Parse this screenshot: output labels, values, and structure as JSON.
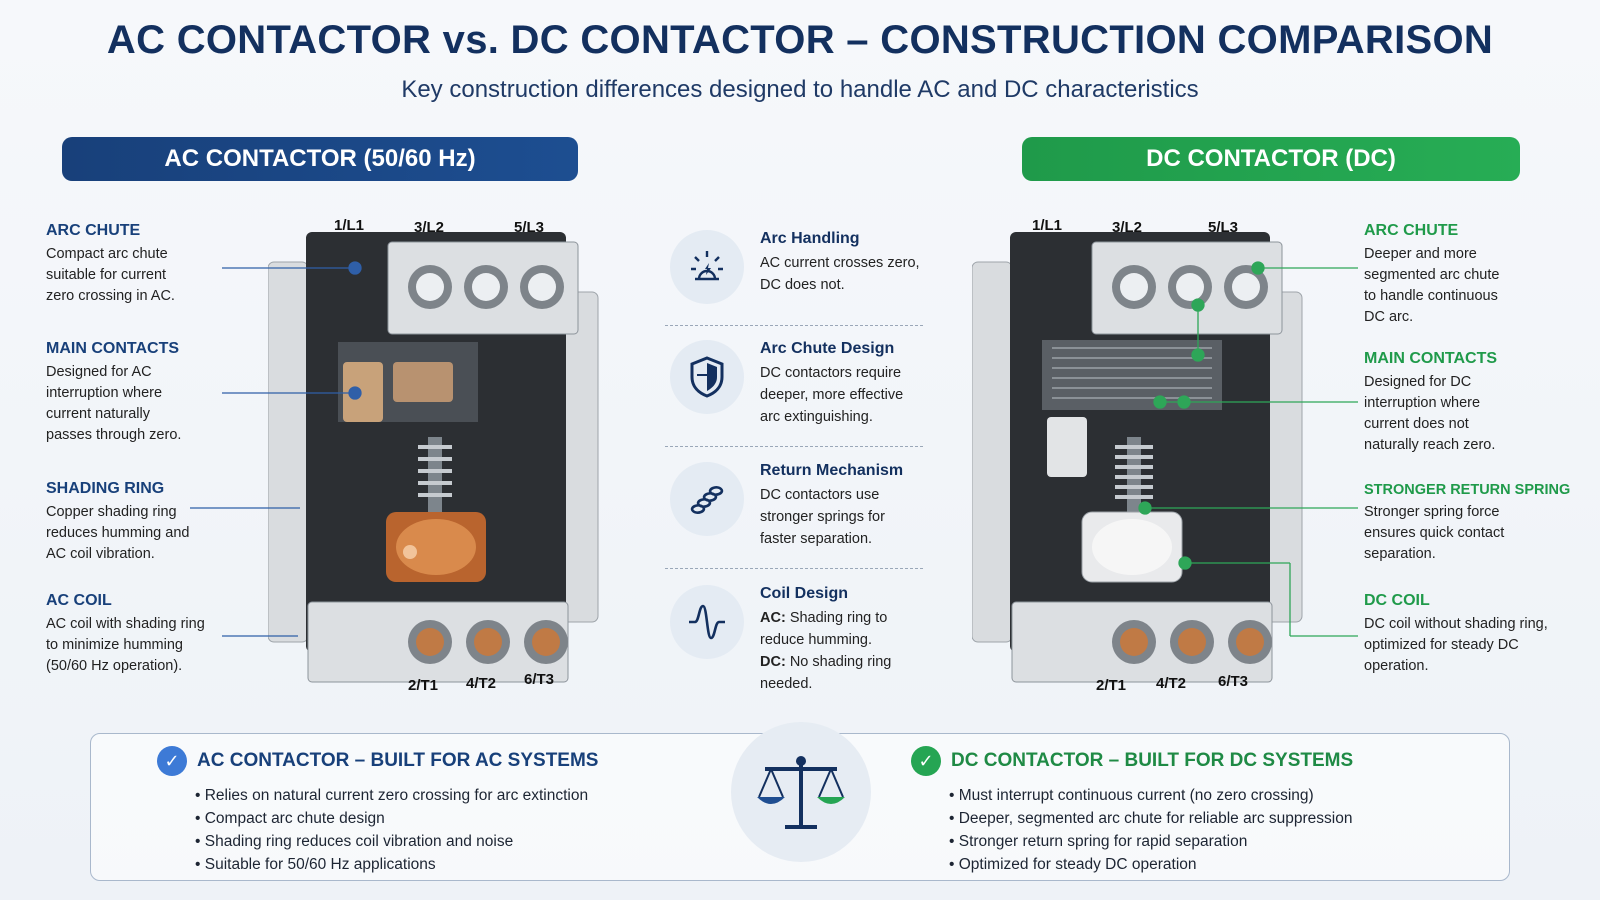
{
  "title": "AC CONTACTOR vs. DC CONTACTOR – CONSTRUCTION COMPARISON",
  "subtitle": "Key construction differences designed to handle AC and DC characteristics",
  "ac": {
    "header": "AC CONTACTOR (50/60 Hz)",
    "terminals_top": [
      "1/L1",
      "3/L2",
      "5/L3"
    ],
    "terminals_bottom": [
      "2/T1",
      "4/T2",
      "6/T3"
    ],
    "annotations": [
      {
        "title": "ARC CHUTE",
        "desc": "Compact arc chute suitable for current zero crossing in AC."
      },
      {
        "title": "MAIN CONTACTS",
        "desc": "Designed for AC interruption where current naturally passes through zero."
      },
      {
        "title": "SHADING RING",
        "desc": "Copper shading ring reduces humming and AC coil vibration."
      },
      {
        "title": "AC COIL",
        "desc": "AC coil with shading ring to minimize humming (50/60 Hz operation)."
      }
    ]
  },
  "dc": {
    "header": "DC CONTACTOR (DC)",
    "terminals_top": [
      "1/L1",
      "3/L2",
      "5/L3"
    ],
    "terminals_bottom": [
      "2/T1",
      "4/T2",
      "6/T3"
    ],
    "annotations": [
      {
        "title": "ARC CHUTE",
        "desc": "Deeper and more segmented arc chute to handle continuous DC arc."
      },
      {
        "title": "MAIN CONTACTS",
        "desc": "Designed for DC interruption where current does not naturally reach zero."
      },
      {
        "title": "STRONGER RETURN SPRING",
        "desc": "Stronger spring force ensures quick contact separation."
      },
      {
        "title": "DC COIL",
        "desc": "DC coil without shading ring, optimized for steady DC operation."
      }
    ]
  },
  "center": [
    {
      "icon": "arc-icon",
      "title": "Arc Handling",
      "desc": "AC current crosses zero, DC does not."
    },
    {
      "icon": "shield-icon",
      "title": "Arc Chute Design",
      "desc": "DC contactors require deeper, more effective arc extinguishing."
    },
    {
      "icon": "spring-icon",
      "title": "Return Mechanism",
      "desc": "DC contactors use stronger springs for faster separation."
    },
    {
      "icon": "sine-wave-icon",
      "title": "Coil Design",
      "ac_label": "AC:",
      "ac_desc": "Shading ring to reduce humming.",
      "dc_label": "DC:",
      "dc_desc": "No shading ring needed."
    }
  ],
  "bottom": {
    "ac_title": "AC CONTACTOR – BUILT FOR AC SYSTEMS",
    "ac_points": [
      "Relies on natural current zero crossing for arc extinction",
      "Compact arc chute design",
      "Shading ring reduces coil vibration and noise",
      "Suitable for 50/60 Hz applications"
    ],
    "dc_title": "DC CONTACTOR – BUILT FOR DC SYSTEMS",
    "dc_points": [
      "Must interrupt continuous current (no zero crossing)",
      "Deeper, segmented arc chute for reliable arc suppression",
      "Stronger return spring for rapid separation",
      "Optimized for steady DC operation"
    ]
  },
  "colors": {
    "ac_accent": "#18407a",
    "dc_accent": "#1f9a4a",
    "copper": "#c87a3f"
  }
}
